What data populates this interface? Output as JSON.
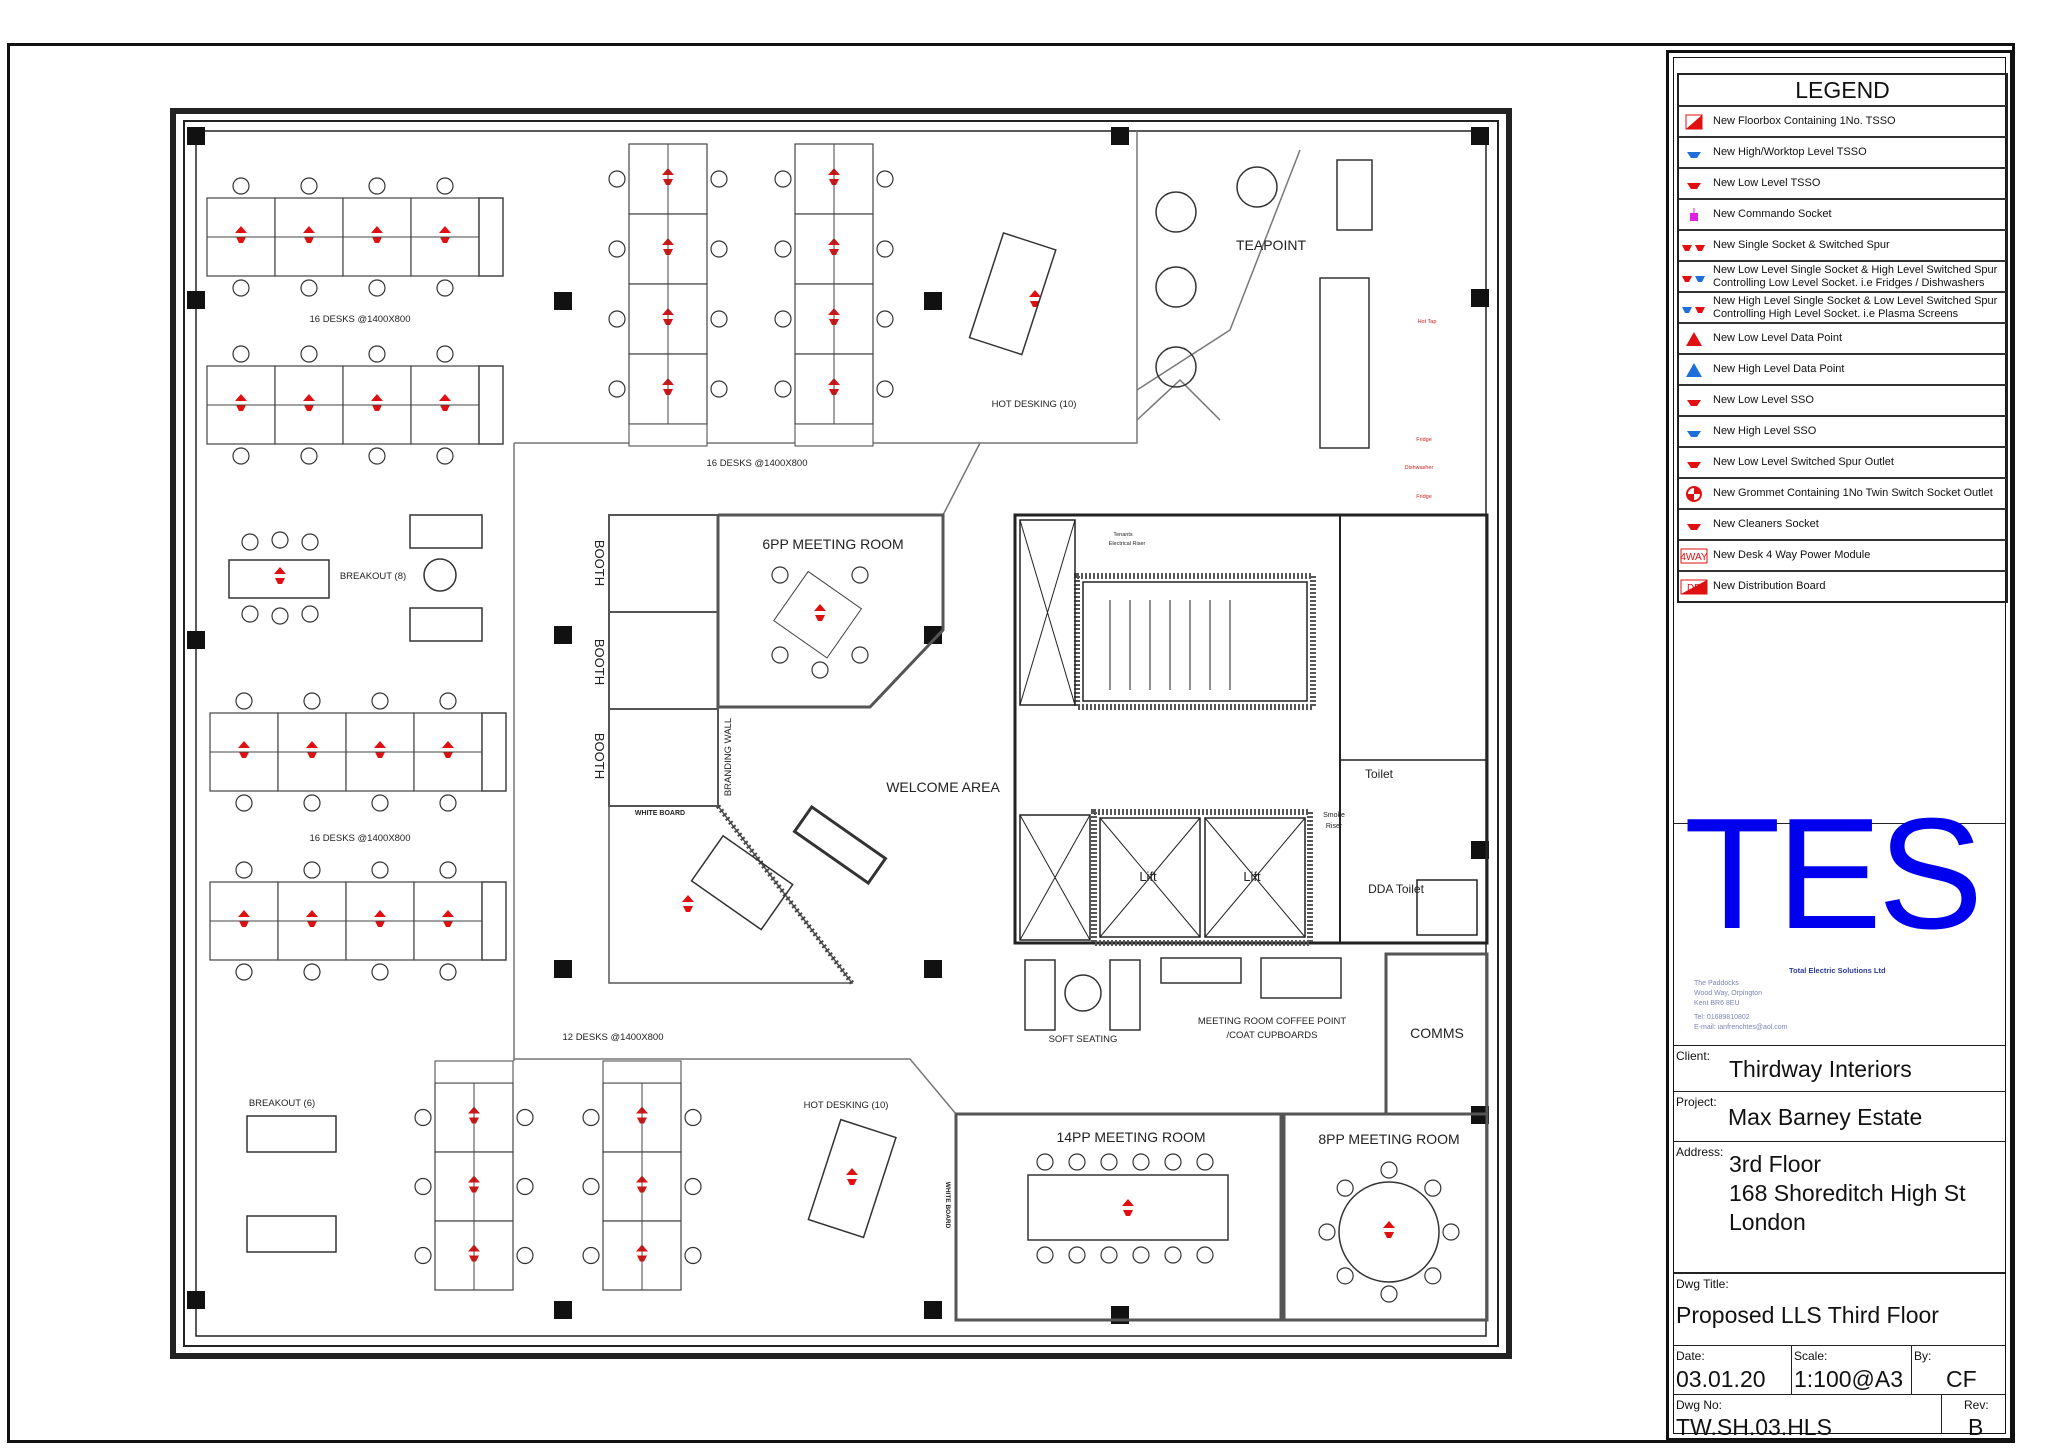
{
  "colors": {
    "accent_blue": "#0000ee",
    "socket_red": "#e01010",
    "socket_blue": "#1e6fd9",
    "commando_magenta": "#e020e0",
    "wall": "#222222"
  },
  "plan": {
    "labels": {
      "desks_top_left": "16 DESKS @1400X800",
      "desks_top_mid": "16 DESKS @1400X800",
      "hot_desking_top": "HOT DESKING (10)",
      "teapoint": "TEAPOINT",
      "breakout_8": "BREAKOUT (8)",
      "meeting_6pp": "6PP MEETING ROOM",
      "booth": "BOOTH",
      "branding_wall": "BRANDING WALL",
      "white_board": "WHITE BOARD",
      "welcome_area": "WELCOME AREA",
      "desks_mid_left": "16 DESKS @1400X800",
      "desks_12": "12 DESKS @1400X800",
      "breakout_6": "BREAKOUT (6)",
      "hot_desking_bottom": "HOT DESKING (10)",
      "soft_seating": "SOFT SEATING",
      "coffee_point_1": "MEETING ROOM COFFEE POINT",
      "coffee_point_2": "/COAT CUPBOARDS",
      "comms": "COMMS",
      "meeting_14pp": "14PP MEETING ROOM",
      "meeting_8pp": "8PP MEETING ROOM",
      "lift": "Lift",
      "toilet": "Toilet",
      "dda_toilet": "DDA Toilet",
      "smoke_riser_1": "Smoke",
      "smoke_riser_2": "Riser",
      "tenants_riser_1": "Tenants",
      "tenants_riser_2": "Electrical Riser",
      "hot_tap": "Hot Tap",
      "fridge": "Fridge",
      "dishwasher": "Dishwasher",
      "white_board_vertical": "WHITE BOARD"
    }
  },
  "legend": {
    "title": "LEGEND",
    "items": [
      {
        "icon": "floorbox-icon",
        "color": "#e01010",
        "label": "New Floorbox Containing 1No. TSSO"
      },
      {
        "icon": "high-tsso-icon",
        "color": "#1e6fd9",
        "label": "New High/Worktop Level TSSO"
      },
      {
        "icon": "low-tsso-icon",
        "color": "#e01010",
        "label": "New Low Level TSSO"
      },
      {
        "icon": "commando-socket-icon",
        "color": "#e020e0",
        "label": "New Commando Socket"
      },
      {
        "icon": "single-socket-spur-icon",
        "color": "#e01010",
        "label": "New Single Socket & Switched Spur"
      },
      {
        "icon": "low-socket-high-spur-icon",
        "color": "#e01010",
        "label": "New Low Level Single Socket & High Level Switched Spur Controlling Low Level Socket. i.e Fridges / Dishwashers"
      },
      {
        "icon": "high-socket-low-spur-icon",
        "color": "#1e6fd9",
        "label": "New High Level Single Socket & Low Level Switched Spur Controlling High Level Socket. i.e Plasma Screens"
      },
      {
        "icon": "low-data-point-icon",
        "color": "#e01010",
        "label": "New Low Level Data Point"
      },
      {
        "icon": "high-data-point-icon",
        "color": "#1e6fd9",
        "label": "New High Level Data Point"
      },
      {
        "icon": "low-sso-icon",
        "color": "#e01010",
        "label": "New Low Level SSO"
      },
      {
        "icon": "high-sso-icon",
        "color": "#1e6fd9",
        "label": "New High Level SSO"
      },
      {
        "icon": "switched-spur-outlet-icon",
        "color": "#e01010",
        "label": "New Low Level Switched Spur Outlet"
      },
      {
        "icon": "grommet-icon",
        "color": "#e01010",
        "label": "New Grommet Containing 1No Twin Switch Socket Outlet"
      },
      {
        "icon": "cleaners-socket-icon",
        "color": "#e01010",
        "label": "New Cleaners Socket"
      },
      {
        "icon": "desk-power-module-icon",
        "color": "#e01010",
        "icon_text": "4WAY",
        "label": "New Desk 4 Way Power Module"
      },
      {
        "icon": "distribution-board-icon",
        "color": "#e01010",
        "icon_text": "DB",
        "label": "New Distribution Board"
      }
    ]
  },
  "company": {
    "logo": "TES",
    "name": "Total Electric Solutions Ltd",
    "address": [
      "The Paddocks",
      "Wood Way, Orpington",
      "Kent BR6 8EU"
    ],
    "tel": "Tel: 01689810802",
    "email": "E-mail: ianfrenchtes@aol.com"
  },
  "title_block": {
    "client_label": "Client:",
    "client": "Thirdway Interiors",
    "project_label": "Project:",
    "project": "Max Barney Estate",
    "address_label": "Address:",
    "address": [
      "3rd Floor",
      "168 Shoreditch High St",
      "London"
    ],
    "dwg_title_label": "Dwg Title:",
    "dwg_title": "Proposed LLS Third Floor",
    "date_label": "Date:",
    "date": "03.01.20",
    "scale_label": "Scale:",
    "scale": "1:100@A3",
    "by_label": "By:",
    "by": "CF",
    "dwg_no_label": "Dwg No:",
    "dwg_no": "TW.SH.03.HLS",
    "rev_label": "Rev:",
    "rev": "B"
  }
}
